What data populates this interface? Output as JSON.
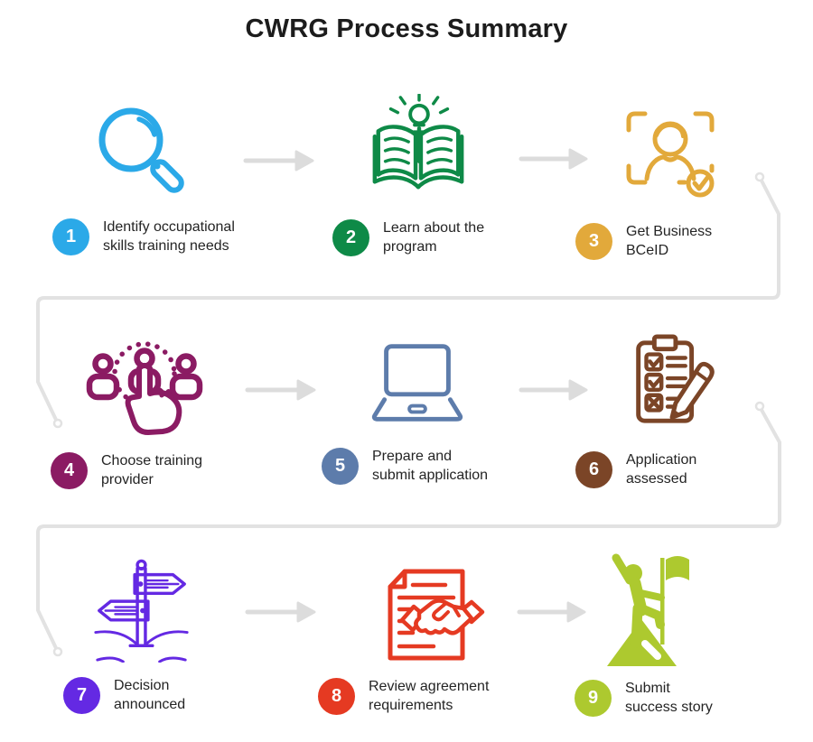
{
  "title": "CWRG Process Summary",
  "connector_color": "#e2e2e2",
  "arrow_color": "#dcdcdc",
  "steps": [
    {
      "number": "1",
      "label": "Identify occupational\nskills training needs",
      "color": "#2BA9E8",
      "icon": "magnifying-glass"
    },
    {
      "number": "2",
      "label": "Learn about the\nprogram",
      "color": "#0E8A47",
      "icon": "open-book-lightbulb"
    },
    {
      "number": "3",
      "label": "Get Business\nBCeID",
      "color": "#E2A93B",
      "icon": "face-id-check"
    },
    {
      "number": "4",
      "label": "Choose training\nprovider",
      "color": "#8B1B63",
      "icon": "select-person-hand"
    },
    {
      "number": "5",
      "label": "Prepare and\nsubmit application",
      "color": "#5D7CAB",
      "icon": "laptop"
    },
    {
      "number": "6",
      "label": "Application\nassessed",
      "color": "#7B4527",
      "icon": "checklist-pencil"
    },
    {
      "number": "7",
      "label": "Decision\nannounced",
      "color": "#6429E3",
      "icon": "signpost-crossroads"
    },
    {
      "number": "8",
      "label": "Review agreement\nrequirements",
      "color": "#E53A22",
      "icon": "document-handshake"
    },
    {
      "number": "9",
      "label": "Submit\nsuccess story",
      "color": "#ADC92F",
      "icon": "flag-on-summit"
    }
  ]
}
